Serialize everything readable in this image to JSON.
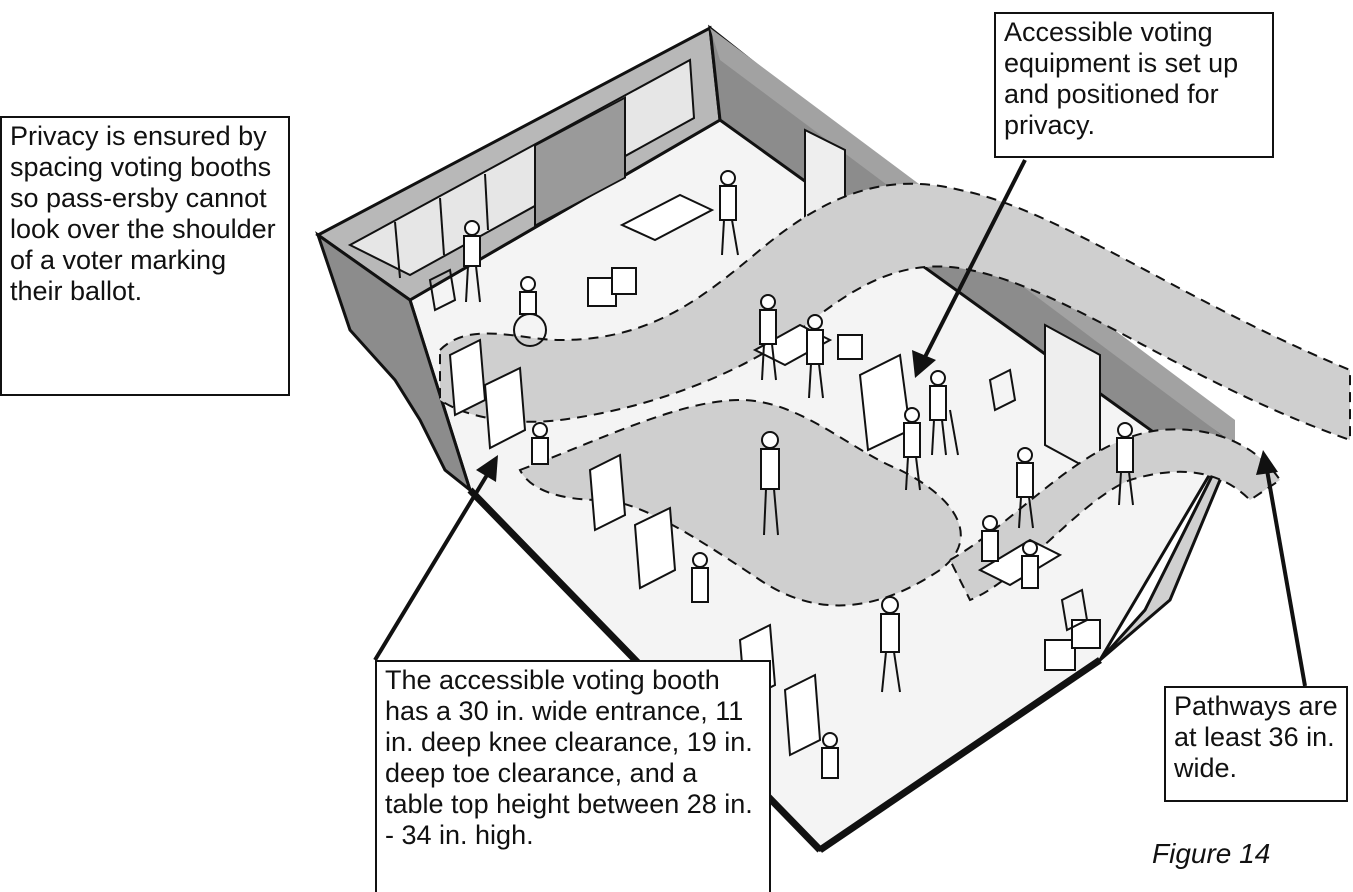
{
  "callouts": {
    "privacy": "Privacy is ensured by  spacing voting booths so pass-ersby cannot look over the shoulder of a voter marking their ballot.",
    "equipment": "Accessible voting equipment is set up and positioned for privacy.",
    "booth": "The accessible voting booth has a 30 in. wide entrance, 11 in. deep knee clearance, 19 in. deep toe clearance, and a table top height between 28 in. - 34 in. high.",
    "pathways": "Pathways are at least 36 in. wide."
  },
  "figure_label": "Figure 14",
  "colors": {
    "floor": "#f4f4f4",
    "wall_dark": "#8c8c8c",
    "wall_mid": "#b8b8b8",
    "pathway": "#cfcfcf",
    "line": "#111111"
  }
}
